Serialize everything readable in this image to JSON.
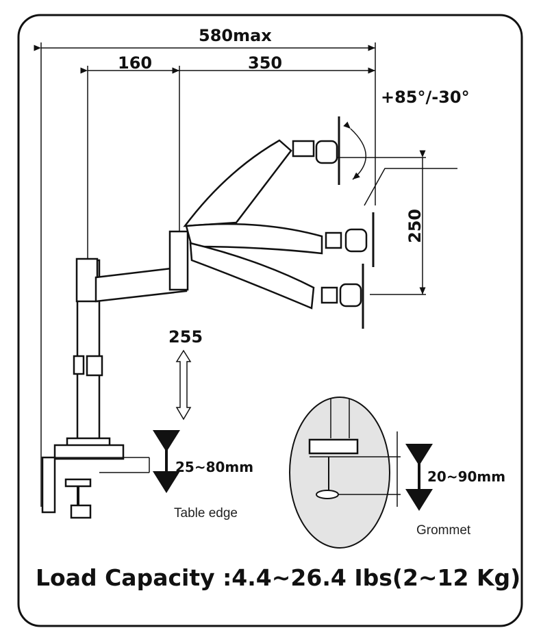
{
  "dimensions": {
    "total_reach": "580max",
    "first_arm": "160",
    "second_arm": "350",
    "tilt": "+85°/-30°",
    "vertical_range": "250",
    "pole_height": "255",
    "clamp_thickness": "25~80mm",
    "grommet_thickness": "20~90mm"
  },
  "labels": {
    "table_edge": "Table edge",
    "grommet": "Grommet"
  },
  "load_capacity": "Load Capacity :4.4~26.4 Ibs(2~12 Kg)"
}
